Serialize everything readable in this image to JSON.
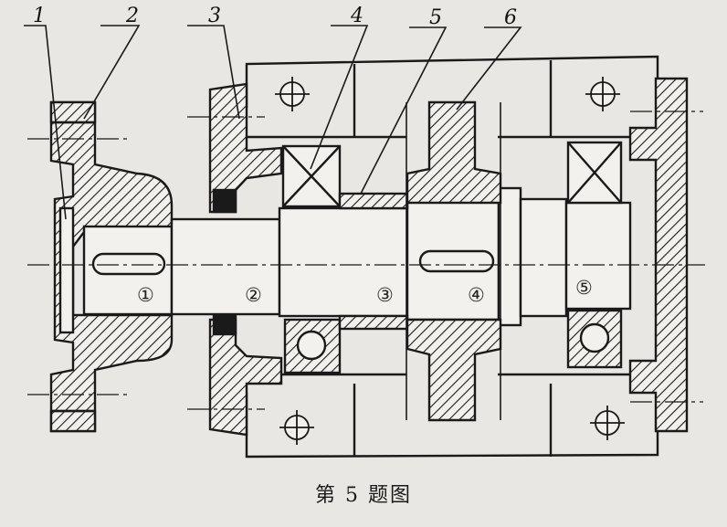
{
  "part_labels": [
    "1",
    "2",
    "3",
    "4",
    "5",
    "6"
  ],
  "section_labels": [
    "①",
    "②",
    "③",
    "④",
    "⑤"
  ],
  "caption": "第 5 题图",
  "colors": {
    "background": "#e9e7e3",
    "ink": "#1a1a1a",
    "paper_faint": "#cfccc6"
  }
}
